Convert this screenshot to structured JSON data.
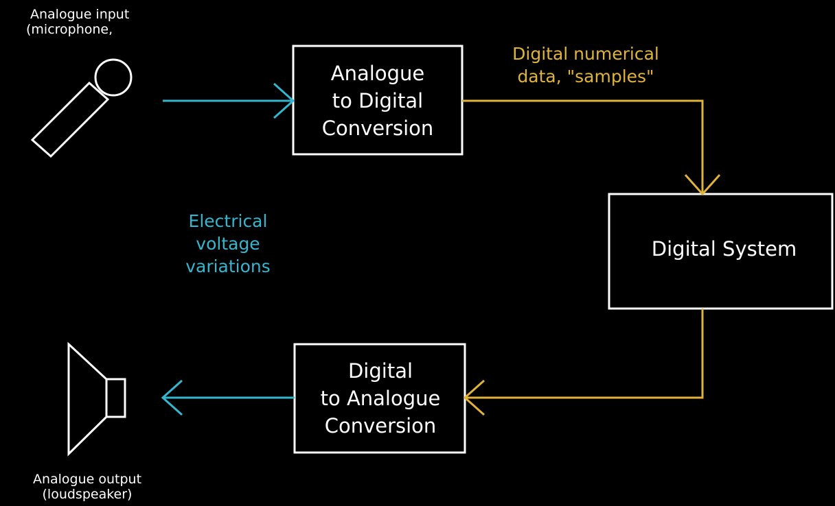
{
  "colors": {
    "background": "#000000",
    "box": "#ffffff",
    "analogue_signal": "#35b6cf",
    "digital_signal": "#e1b33a"
  },
  "input": {
    "label_line1": "Analogue input",
    "label_line2": "(microphone,",
    "icon": "microphone-icon"
  },
  "output": {
    "label_line1": "Analogue output",
    "label_line2": "(loudspeaker)",
    "icon": "loudspeaker-icon"
  },
  "adc": {
    "line1": "Analogue",
    "line2": "to Digital",
    "line3": "Conversion"
  },
  "digital_system": {
    "label": "Digital System"
  },
  "dac": {
    "line1": "Digital",
    "line2": "to Analogue",
    "line3": "Conversion"
  },
  "analogue_annotation": {
    "line1": "Electrical",
    "line2": "voltage",
    "line3": "variations"
  },
  "digital_annotation": {
    "line1": "Digital numerical",
    "line2": "data, \"samples\""
  }
}
